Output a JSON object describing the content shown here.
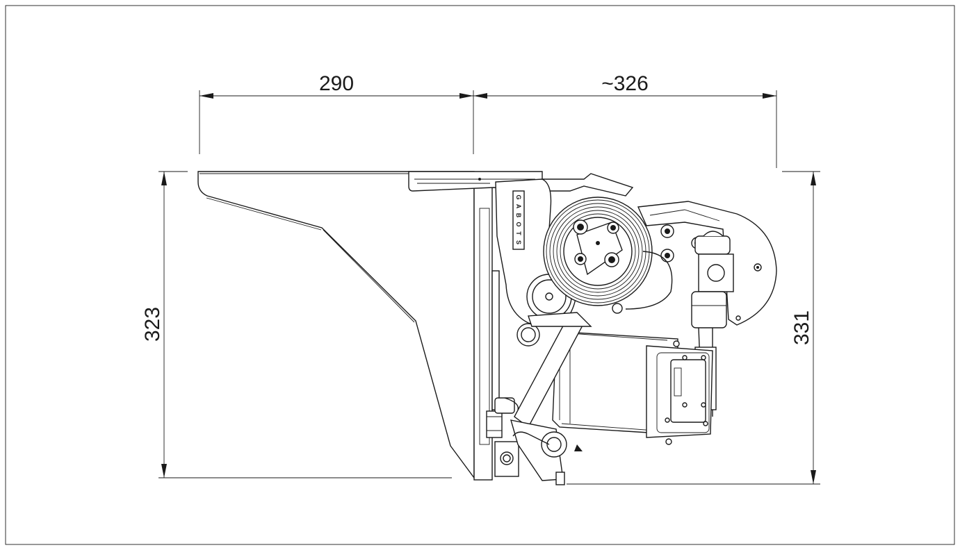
{
  "diagram": {
    "dimensions": {
      "width_left": "290",
      "width_right": "~326",
      "height_left": "323",
      "height_right": "331"
    },
    "logo_letters": [
      "S",
      "T",
      "O",
      "B",
      "A",
      "G"
    ]
  },
  "colors": {
    "line": "#1a1a1a",
    "background": "#ffffff"
  }
}
